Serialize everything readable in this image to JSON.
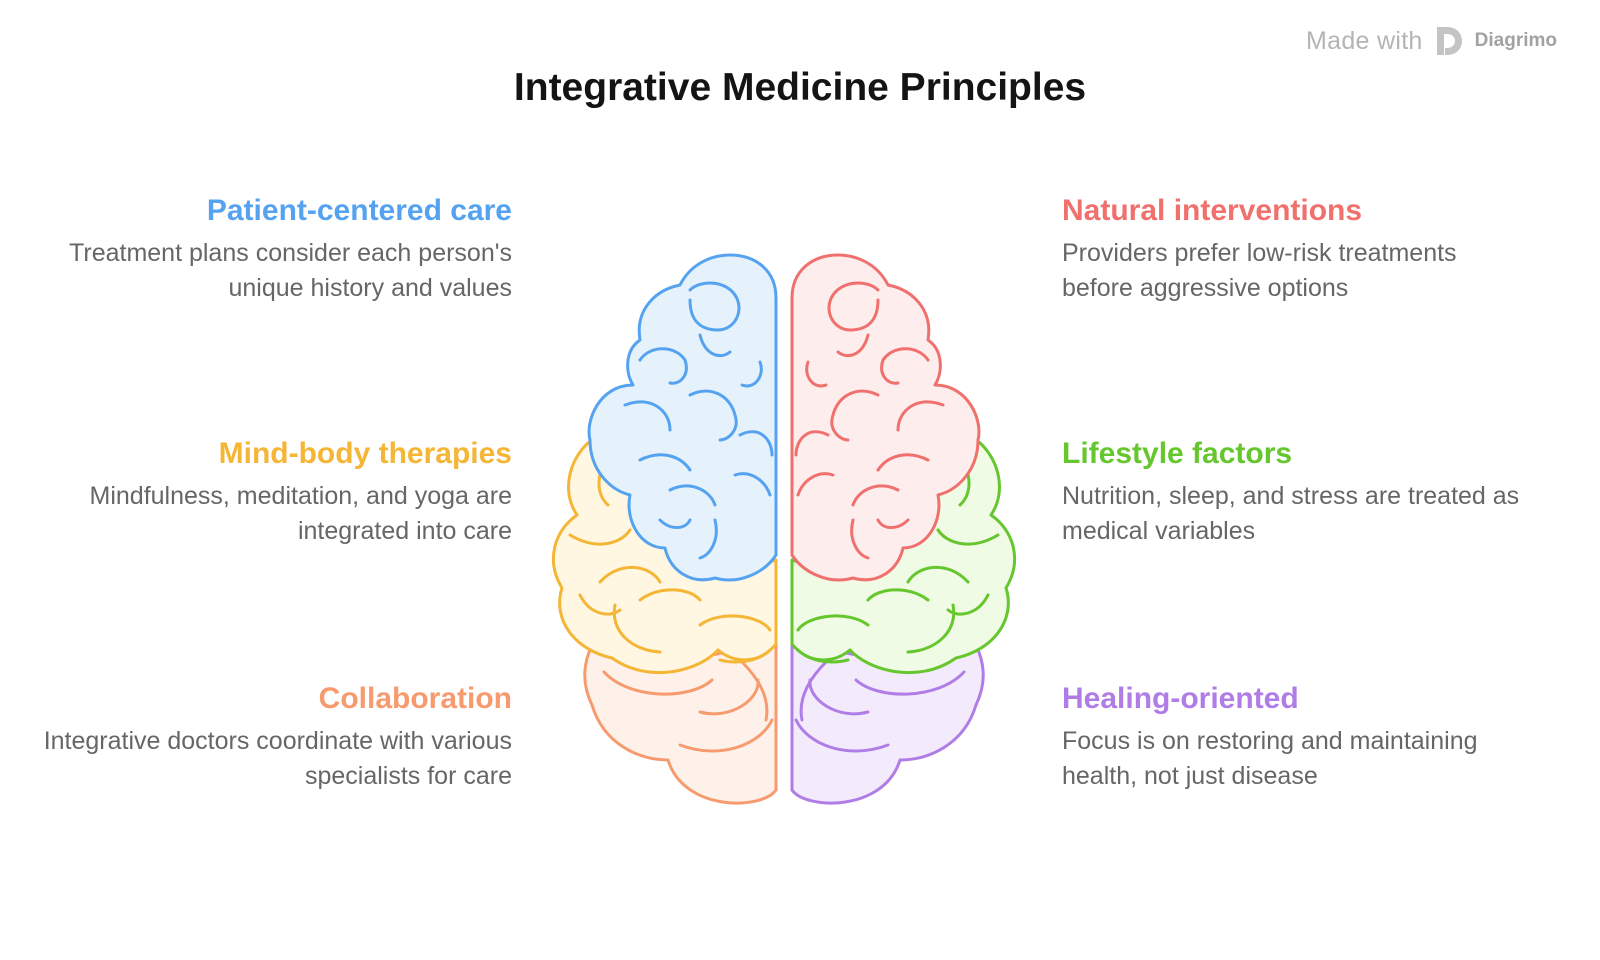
{
  "watermark": {
    "made_with": "Made with",
    "brand": "Diagrimo"
  },
  "title": "Integrative Medicine Principles",
  "principles": [
    {
      "heading": "Patient-centered care",
      "description": "Treatment plans consider each person's unique history and values",
      "color": "#55A3F0"
    },
    {
      "heading": "Mind-body therapies",
      "description": "Mindfulness, meditation, and yoga are integrated into care",
      "color": "#F5B535"
    },
    {
      "heading": "Collaboration",
      "description": "Integrative doctors coordinate with various specialists for care",
      "color": "#F79A6E"
    },
    {
      "heading": "Natural interventions",
      "description": "Providers prefer low-risk treatments before aggressive options",
      "color": "#F0706E"
    },
    {
      "heading": "Lifestyle factors",
      "description": "Nutrition, sleep, and stress are treated as medical variables",
      "color": "#66C62E"
    },
    {
      "heading": "Healing-oriented",
      "description": "Focus is on restoring and maintaining health, not just disease",
      "color": "#B07CE6"
    }
  ]
}
